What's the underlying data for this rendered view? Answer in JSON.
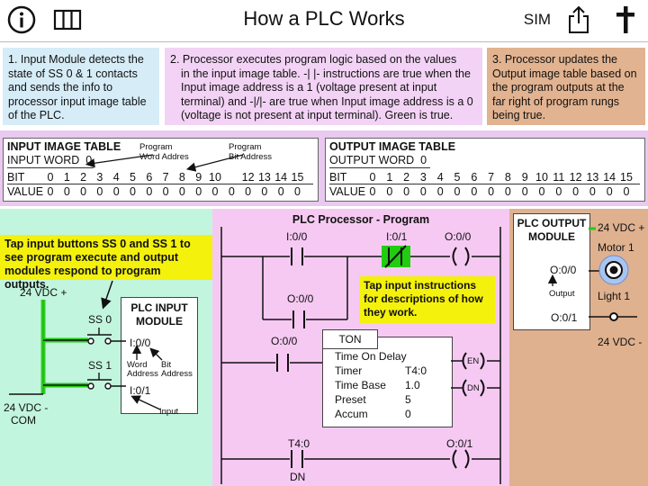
{
  "header": {
    "title": "How a PLC Works",
    "sim_label": "SIM"
  },
  "steps": {
    "step1": "1. Input Module detects the state of SS 0 & 1 contacts and sends the info to processor input image table of the PLC.",
    "step2_line1": "2. Processor executes program logic based on the values",
    "step2_line2": "in the input image table. -| |- instructions are true when the Input image address is a 1 (voltage present at input terminal) and -|/|- are true when Input image address is a 0 (voltage is not present at input terminal). Green is true.",
    "step3": "3.  Processor updates the Output image table based on the program outputs at the far right of program rungs being true."
  },
  "input_table": {
    "title": "INPUT IMAGE TABLE",
    "word_label": "INPUT WORD",
    "word_value": "0",
    "bit_label": "BIT",
    "value_label": "VALUE",
    "bits": [
      "0",
      "1",
      "2",
      "3",
      "4",
      "5",
      "6",
      "7",
      "8",
      "9",
      "10",
      "",
      "12",
      "13",
      "14",
      "15"
    ],
    "values": [
      "0",
      "0",
      "0",
      "0",
      "0",
      "0",
      "0",
      "0",
      "0",
      "0",
      "0",
      "0",
      "0",
      "0",
      "0",
      "0"
    ],
    "callout_word": "Program\nWord Addres",
    "callout_bit": "Program\nBit Address"
  },
  "output_table": {
    "title": "OUTPUT IMAGE TABLE",
    "word_label": "OUTPUT WORD",
    "word_value": "0",
    "bit_label": "BIT",
    "value_label": "VALUE",
    "bits": [
      "0",
      "1",
      "2",
      "3",
      "4",
      "5",
      "6",
      "7",
      "8",
      "9",
      "10",
      "11",
      "12",
      "13",
      "14",
      "15"
    ],
    "values": [
      "0",
      "0",
      "0",
      "0",
      "0",
      "0",
      "0",
      "0",
      "0",
      "0",
      "0",
      "0",
      "0",
      "0",
      "0",
      "0"
    ]
  },
  "left_panel": {
    "instructions": "Tap input buttons SS 0 and SS 1 to see program execute and output modules respond to program outputs.",
    "supply_plus": "24 VDC +",
    "ss0": "SS 0",
    "ss1": "SS 1",
    "supply_com_1": "24 VDC -",
    "supply_com_2": "COM",
    "module_title_1": "PLC INPUT",
    "module_title_2": "MODULE",
    "addr0": "I:0/0",
    "addr1": "I:0/1",
    "word_tag": "Word",
    "bit_tag": "Bit",
    "address_tag": "Address",
    "input_tag": "Input"
  },
  "program": {
    "title": "PLC Processor - Program",
    "r1_c1": "I:0/0",
    "r1_c2": "I:0/1",
    "r1_out": "O:0/0",
    "r1_branch": "O:0/0",
    "tap_hint": "Tap input instructions for descriptions of how they work.",
    "r2_c1": "O:0/0",
    "ton_title": "TON",
    "ton_desc": "Time On Delay",
    "timer_label": "Timer",
    "timer_value": "T4:0",
    "timebase_label": "Time Base",
    "timebase_value": "1.0",
    "preset_label": "Preset",
    "preset_value": "5",
    "accum_label": "Accum",
    "accum_value": "0",
    "en": "EN",
    "dn": "DN",
    "r3_c1": "T4:0",
    "r3_c1_bit": "DN",
    "r3_out": "O:0/1"
  },
  "right_panel": {
    "module_title_1": "PLC OUTPUT",
    "module_title_2": "MODULE",
    "supply_plus": "24 VDC +",
    "motor": "Motor 1",
    "addr0": "O:0/0",
    "output_tag": "Output",
    "light": "Light 1",
    "addr1": "O:0/1",
    "supply_minus": "24 VDC -"
  },
  "colors": {
    "step1_bg": "#d6ecf7",
    "step2_bg": "#f3d3f5",
    "step3_bg": "#e2b390",
    "input_zone": "#c2f5de",
    "program_zone": "#f6c9f3",
    "output_zone": "#dfb18f",
    "true_green": "#22cc11",
    "hint_yellow": "#f4f10c"
  }
}
